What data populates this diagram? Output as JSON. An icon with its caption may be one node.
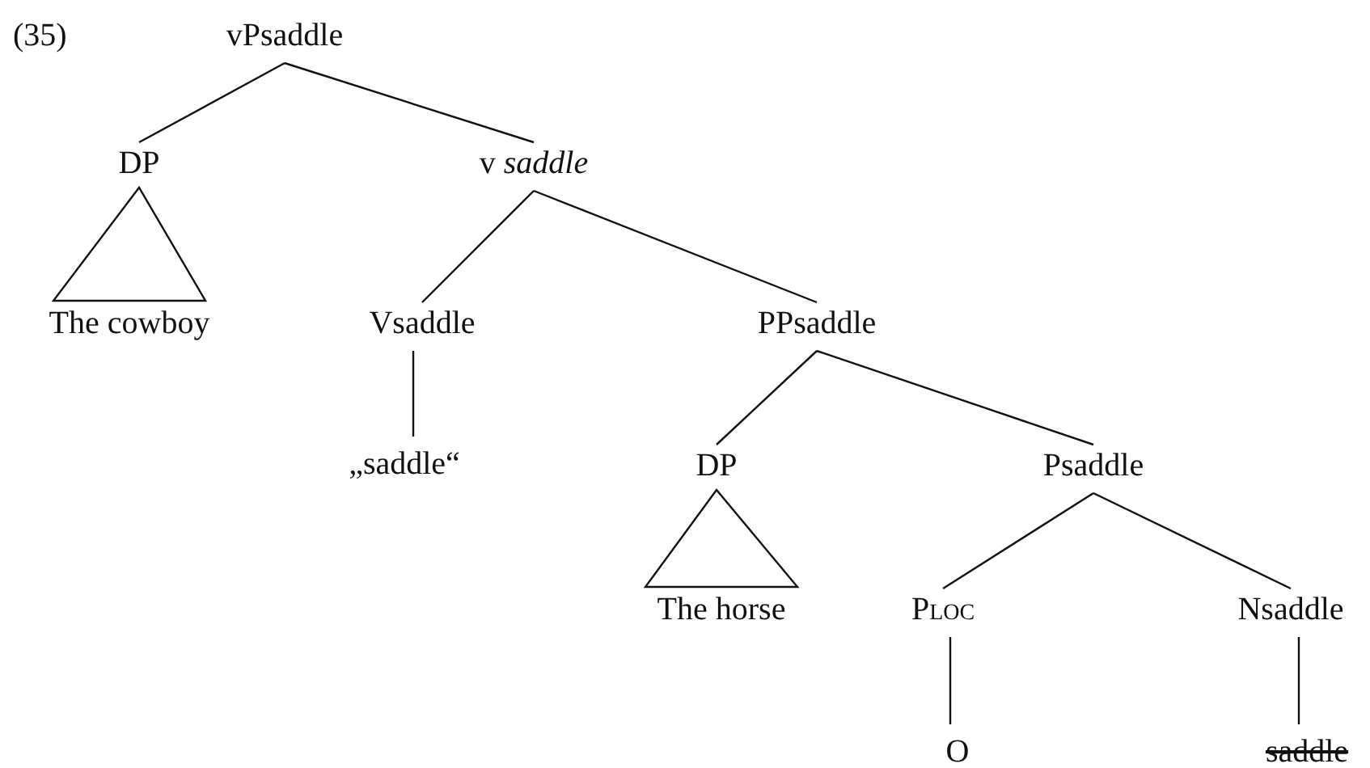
{
  "diagram": {
    "nodes": [
      {
        "text": [
          "vPsaddle"
        ]
      },
      {
        "text": [
          "DP"
        ]
      },
      {
        "text": [
          "v *saddle*"
        ]
      },
      {
        "text": [
          "The cowboy"
        ]
      },
      {
        "text": [
          "Vsaddle"
        ]
      },
      {
        "text": [
          "PPsaddle"
        ]
      },
      {
        "text": [
          "„saddle“"
        ]
      },
      {
        "text": [
          "DP"
        ]
      },
      {
        "text": [
          "Psaddle"
        ]
      },
      {
        "text": [
          "The horse"
        ]
      },
      {
        "text": [
          "P$_{LOC}$"
        ]
      },
      {
        "text": [
          "Nsaddle"
        ]
      },
      {
        "text": [
          "O"
        ]
      },
      {
        "text": [
          "saddle"
        ]
      }
    ],
    "edges": [
      {
        "from": 0,
        "to": 1,
        "arrow": "none"
      },
      {
        "from": 0,
        "to": 2,
        "arrow": "none"
      },
      {
        "from": 1,
        "to": 3,
        "arrow": "none"
      },
      {
        "from": 2,
        "to": 4,
        "arrow": "none"
      },
      {
        "from": 2,
        "to": 5,
        "arrow": "none"
      },
      {
        "from": 4,
        "to": 6,
        "arrow": "none"
      },
      {
        "from": 5,
        "to": 7,
        "arrow": "none"
      },
      {
        "from": 5,
        "to": 8,
        "arrow": "none"
      },
      {
        "from": 7,
        "to": 9,
        "arrow": "none"
      },
      {
        "from": 8,
        "to": 10,
        "arrow": "none"
      },
      {
        "from": 8,
        "to": 11,
        "arrow": "none"
      },
      {
        "from": 10,
        "to": 12,
        "arrow": "none"
      },
      {
        "from": 11,
        "to": 13,
        "arrow": "none"
      }
    ],
    "labels": [
      "(35)"
    ]
  }
}
